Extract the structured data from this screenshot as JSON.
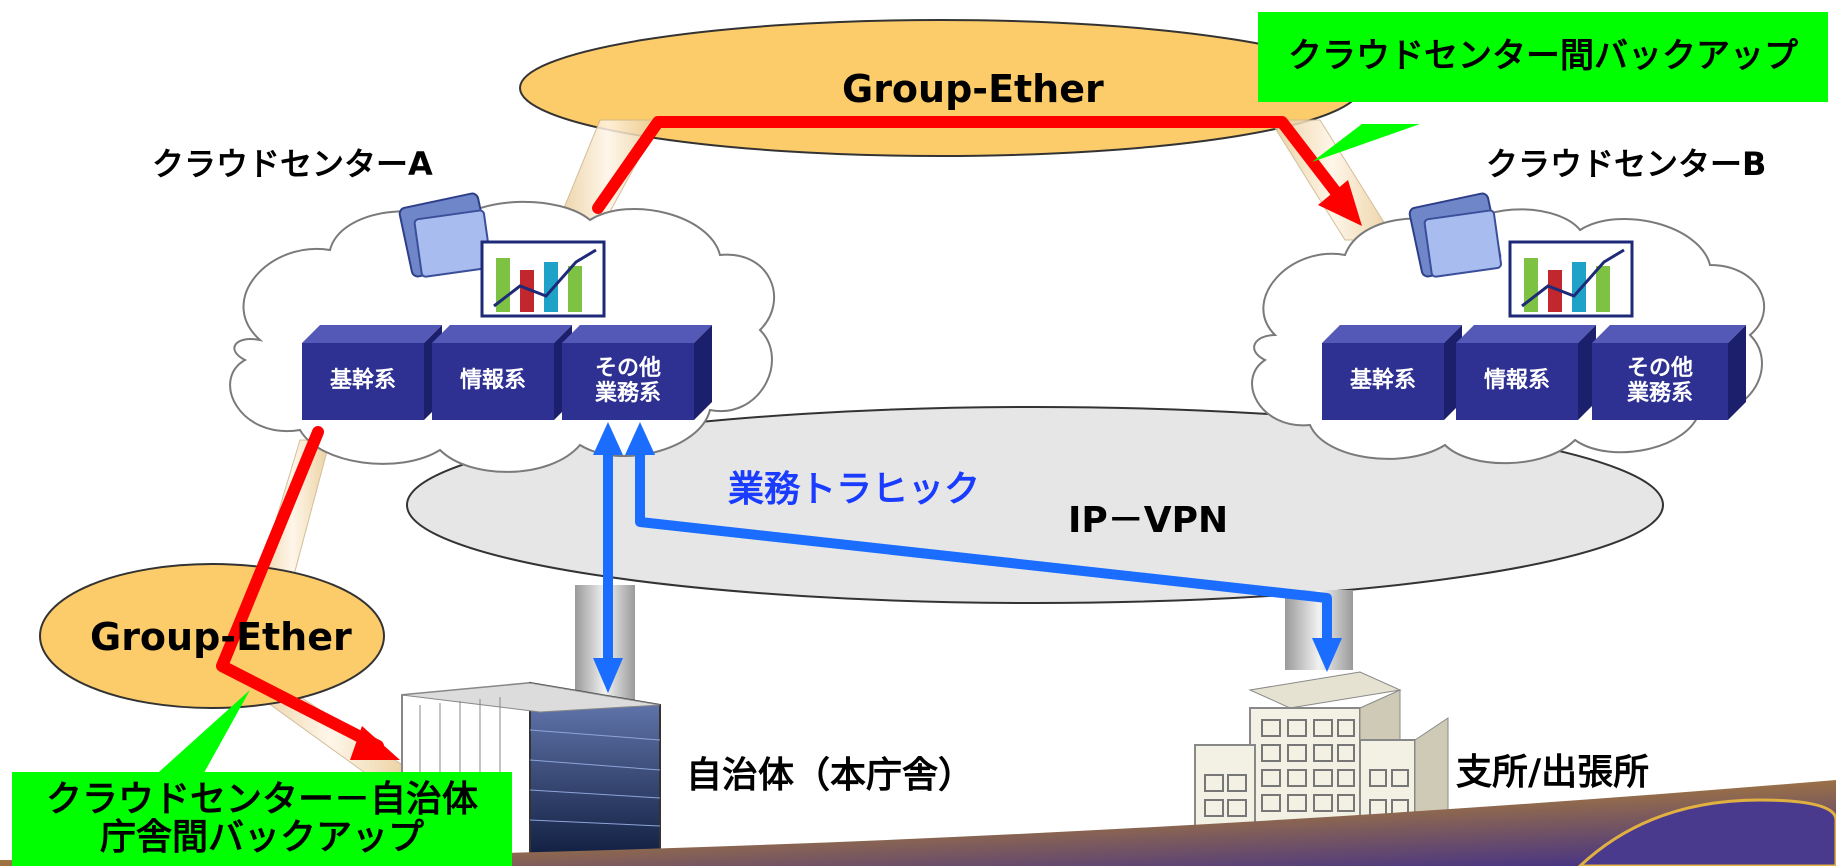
{
  "networks": {
    "top_ether": "Group-Ether",
    "left_ether": "Group-Ether",
    "ipvpn": "IP－VPN"
  },
  "centers": {
    "a": {
      "title": "クラウドセンターA",
      "systems": {
        "core": "基幹系",
        "info": "情報系",
        "other_line1": "その他",
        "other_line2": "業務系"
      }
    },
    "b": {
      "title": "クラウドセンターB",
      "systems": {
        "core": "基幹系",
        "info": "情報系",
        "other_line1": "その他",
        "other_line2": "業務系"
      }
    }
  },
  "callouts": {
    "inter_center": "クラウドセンター間バックアップ",
    "center_to_office_line1": "クラウドセンター－自治体",
    "center_to_office_line2": "庁舎間バックアップ"
  },
  "traffic_label": "業務トラヒック",
  "sites": {
    "main_office": "自治体（本庁舎）",
    "branch": "支所/出張所"
  },
  "colors": {
    "ether_fill": "#fccb6a",
    "vpn_fill": "#e6e6e6",
    "server_fill": "#2e3192",
    "backup_arrow": "#ff0000",
    "traffic_arrow": "#1a6dff",
    "callout_fill": "#00ff00",
    "traffic_text": "#1a3cff"
  }
}
